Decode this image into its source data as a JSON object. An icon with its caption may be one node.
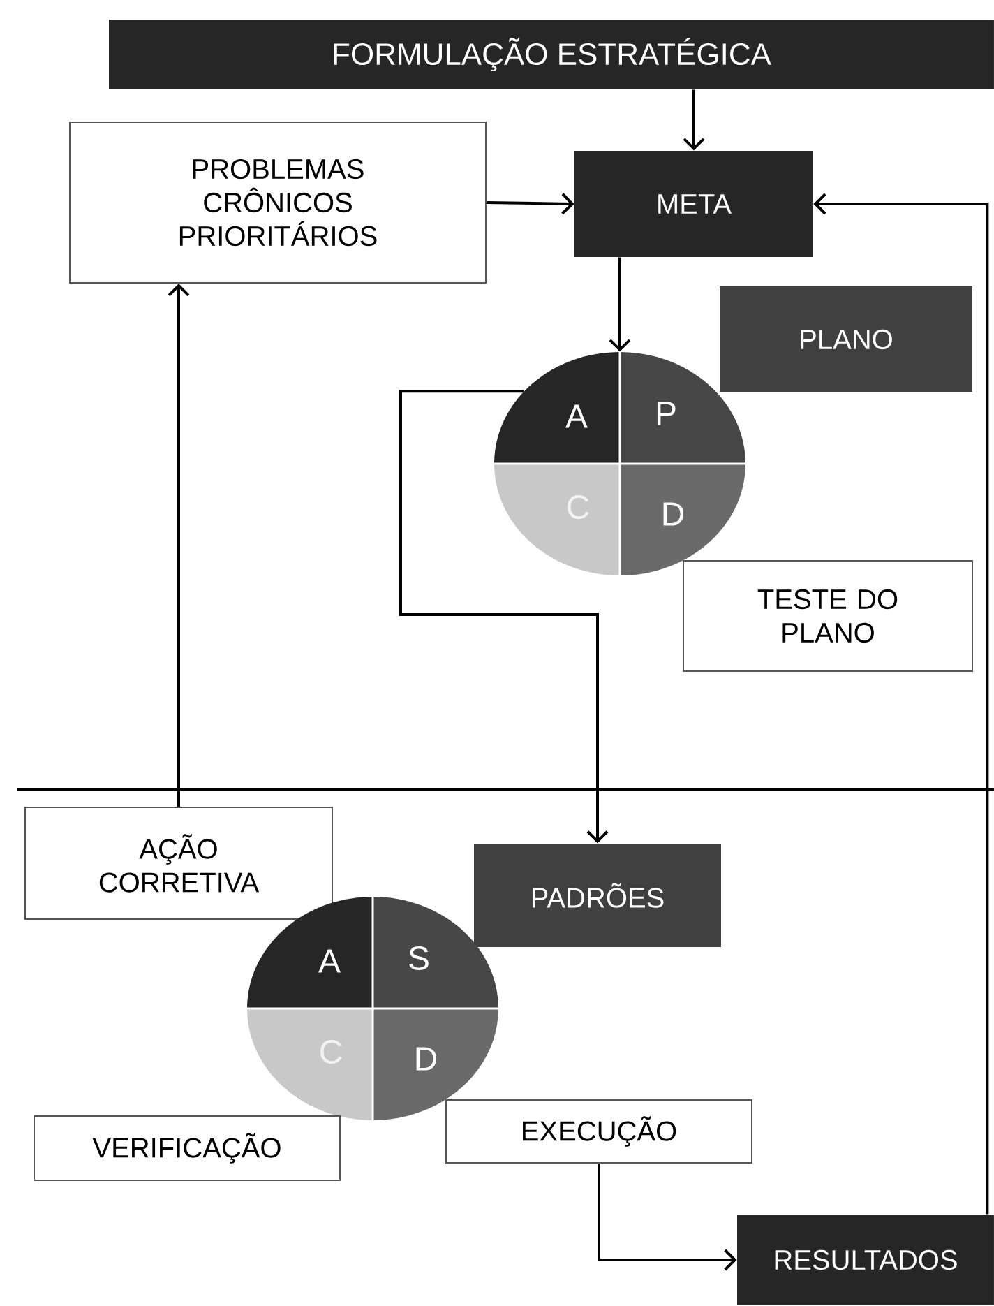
{
  "diagram": {
    "nodes": [
      {
        "text": [
          "FORMULAÇÃO ESTRATÉGICA"
        ]
      },
      {
        "text": [
          "PROBLEMAS CRÔNICOS PRIORITÁRIOS"
        ]
      },
      {
        "text": [
          "META"
        ]
      },
      {
        "text": [
          "PLANO"
        ]
      },
      {
        "text": [
          "A",
          "P",
          "C",
          "D"
        ]
      },
      {
        "text": [
          "TESTE DO PLANO"
        ]
      },
      {
        "text": [
          "AÇÃO CORRETIVA"
        ]
      },
      {
        "text": [
          "PADRÕES"
        ]
      },
      {
        "text": [
          "A",
          "S",
          "C",
          "D"
        ]
      },
      {
        "text": [
          "VERIFICAÇÃO"
        ]
      },
      {
        "text": [
          "EXECUÇÃO"
        ]
      },
      {
        "text": [
          "RESULTADOS"
        ]
      }
    ],
    "edges": [
      {
        "from": 0,
        "to": 2,
        "arrow": "to"
      },
      {
        "from": 1,
        "to": 2,
        "arrow": "to"
      },
      {
        "from": 11,
        "to": 2,
        "arrow": "to"
      },
      {
        "from": 2,
        "to": 4,
        "arrow": "to"
      },
      {
        "from": 4,
        "to": 7,
        "arrow": "to"
      },
      {
        "from": 6,
        "to": 1,
        "arrow": "to"
      },
      {
        "from": 10,
        "to": 11,
        "arrow": "to"
      }
    ]
  }
}
